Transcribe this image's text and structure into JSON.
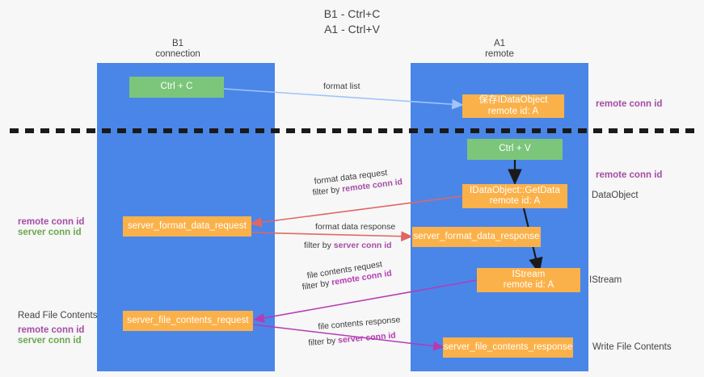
{
  "title": {
    "line1": "B1 - Ctrl+C",
    "line2": "A1 - Ctrl+V"
  },
  "columns": [
    {
      "name": "B1",
      "sub": "connection"
    },
    {
      "name": "A1",
      "sub": "remote"
    }
  ],
  "nodes": {
    "ctrl_c": "Ctrl + C",
    "ctrl_v": "Ctrl + V",
    "store_dataobject_l1": "保存IDataObject",
    "store_dataobject_l2": "remote id: A",
    "getdata_l1": "IDataObject::GetData",
    "getdata_l2": "remote id: A",
    "istream_l1": "IStream",
    "istream_l2": "remote id: A",
    "server_format_data_request": "server_format_data_request",
    "server_format_data_response": "server_format_data_response",
    "server_file_contents_request": "server_file_contents_request",
    "server_file_contents_response": "server_file_contents_response"
  },
  "edges": {
    "format_list": "format list",
    "format_data_request": "format data request",
    "format_data_request_filter_pre": "filter by ",
    "format_data_request_filter_key": "remote conn id",
    "format_data_response": "format data response",
    "format_data_response_filter_pre": "filter by ",
    "format_data_response_filter_key": "server conn id",
    "file_contents_request": "file contents request",
    "file_contents_request_filter_pre": "filter by ",
    "file_contents_request_filter_key": "remote conn id",
    "file_contents_response": "file contents response",
    "file_contents_response_filter_pre": "filter by ",
    "file_contents_response_filter_key": "server conn id"
  },
  "side_labels": {
    "right_remote_conn_id_top": "remote conn id",
    "right_remote_conn_id_mid": "remote conn id",
    "right_dataobject": "DataObject",
    "right_istream": "IStream",
    "right_write_file_contents": "Write File Contents",
    "left_remote_conn_id_mid": "remote conn id",
    "left_server_conn_id_mid": "server conn id",
    "left_read_file_contents": "Read File Contents",
    "left_remote_conn_id_bottom": "remote conn id",
    "left_server_conn_id_bottom": "server conn id"
  },
  "colors": {
    "column_blue": "#4a86e8",
    "node_green": "#7bc67b",
    "node_orange": "#fbb14a",
    "arrow_light_blue": "#9fc5f8",
    "arrow_red": "#e06666",
    "arrow_magenta": "#b43bb4",
    "arrow_black": "#1a1a1a",
    "label_purple": "#a64ca6",
    "label_green": "#6aa84f",
    "background": "#f7f7f7"
  }
}
